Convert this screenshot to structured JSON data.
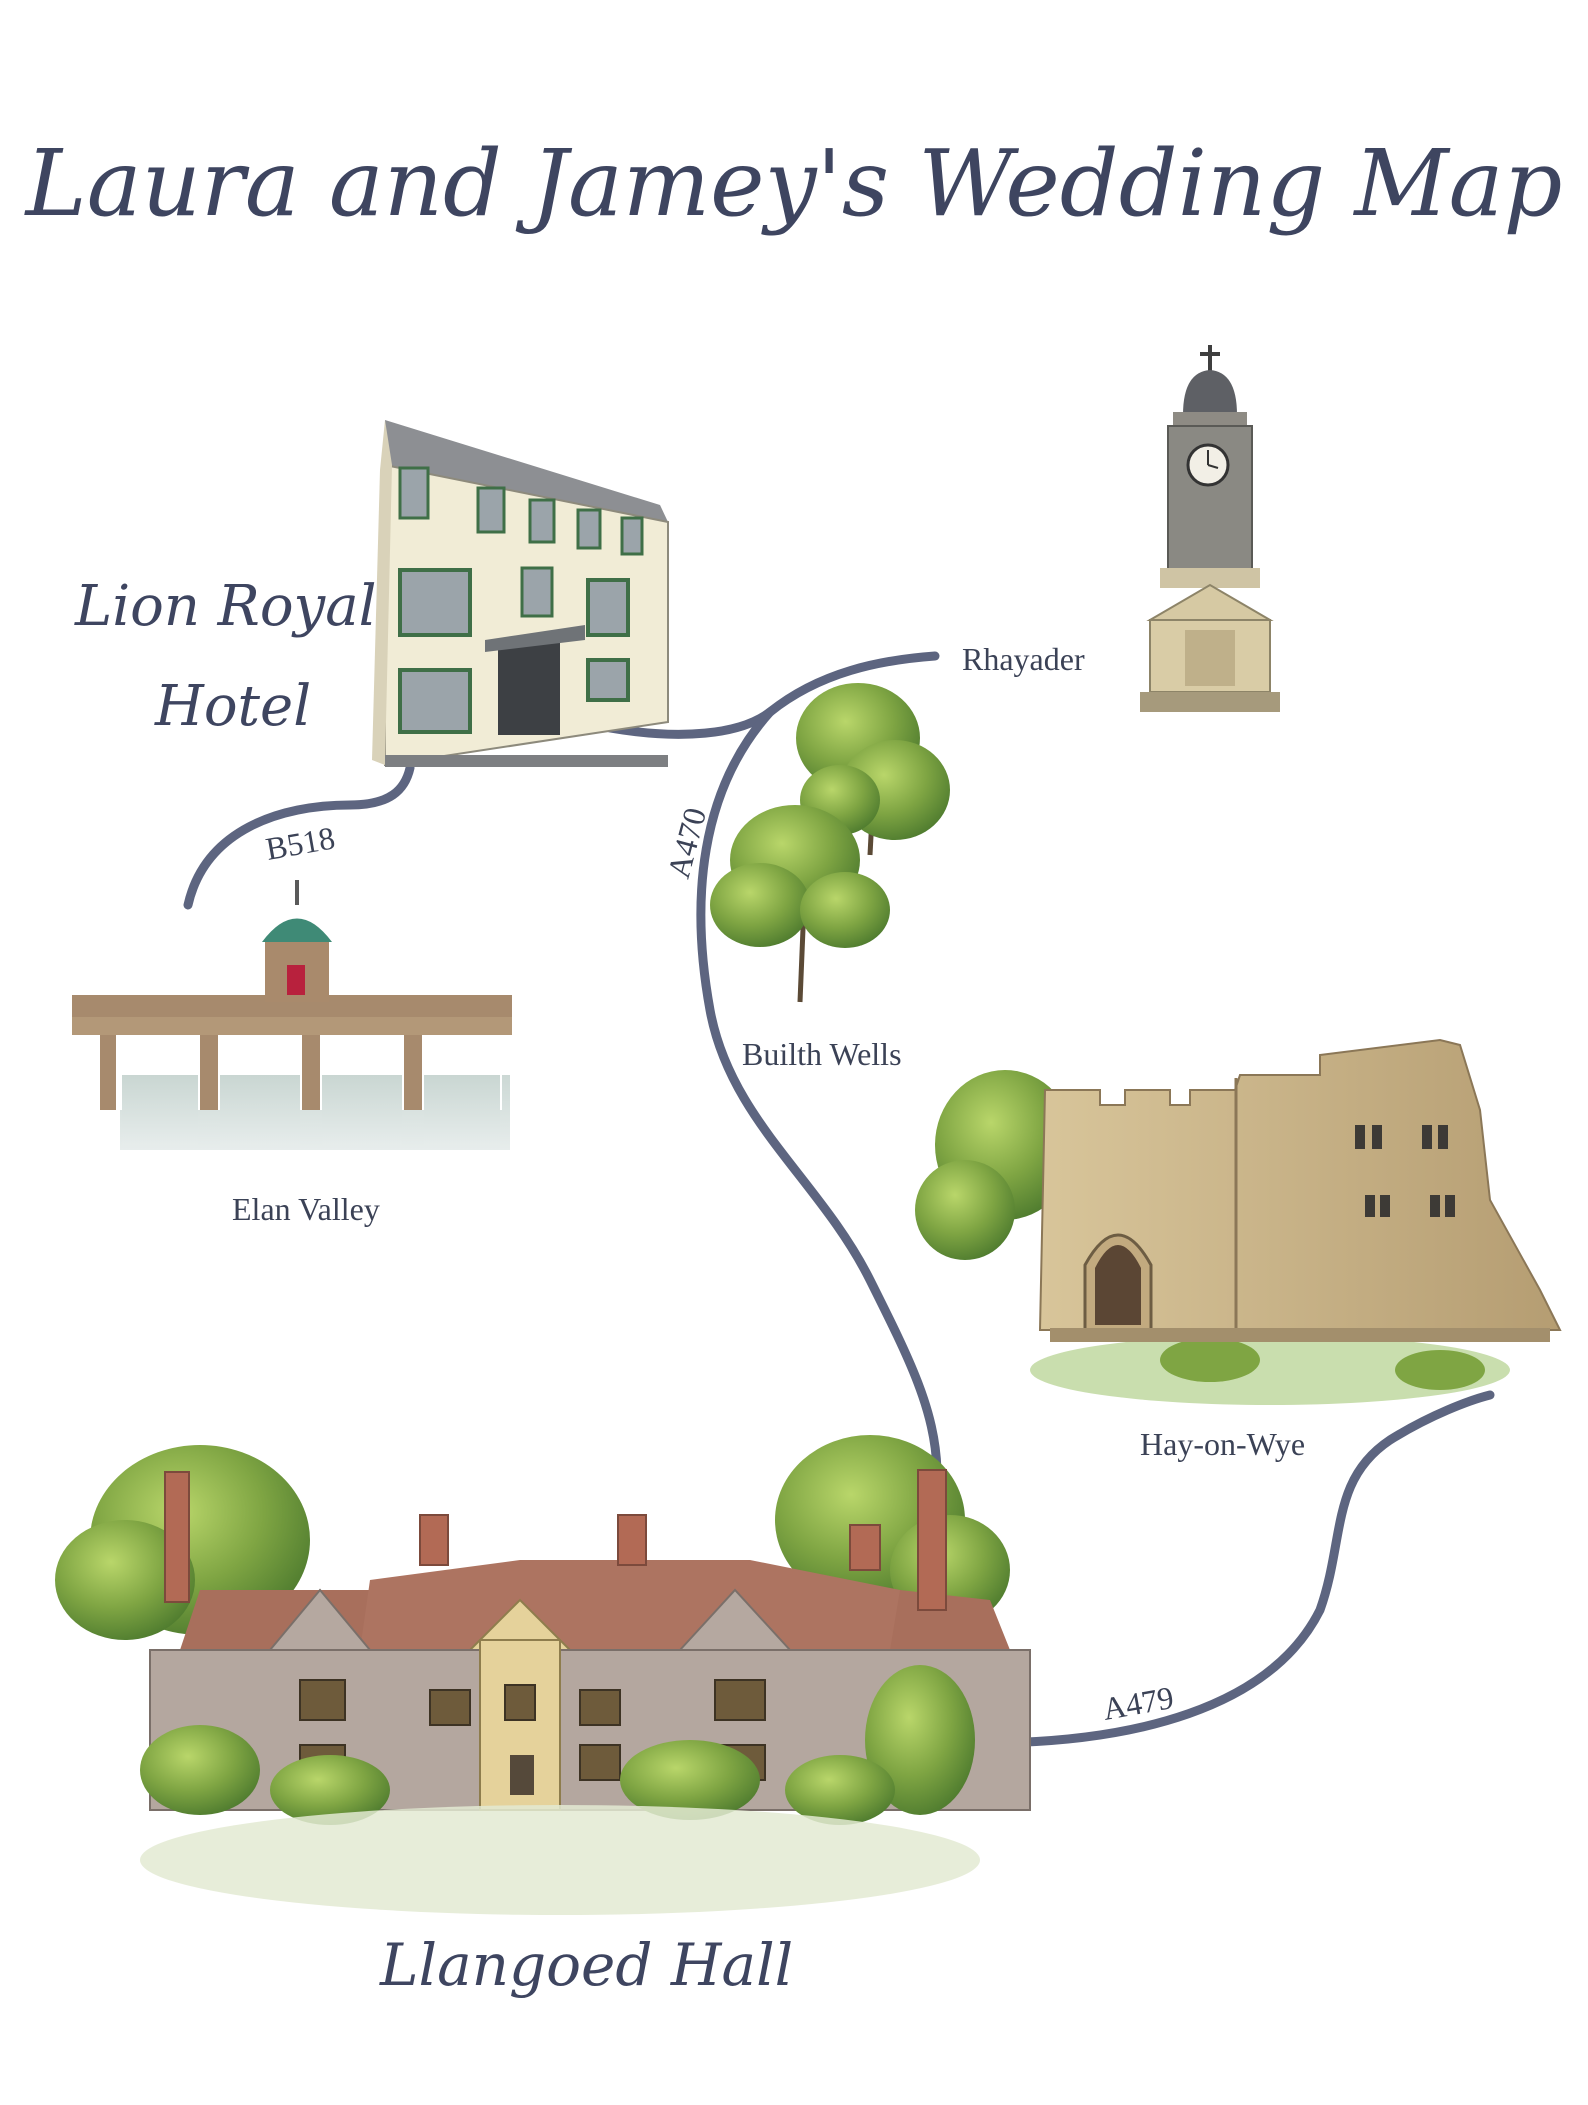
{
  "title": "Laura and Jamey's Wedding Map",
  "places": {
    "lion_royal": {
      "line1": "Lion Royal",
      "line2": "Hotel"
    },
    "rhayader": "Rhayader",
    "builth_wells": "Builth Wells",
    "elan_valley": "Elan Valley",
    "hay_on_wye": "Hay-on-Wye",
    "llangoed_hall": "Llangoed Hall"
  },
  "roads": {
    "b518": "B518",
    "a470": "A470",
    "a479": "A479"
  },
  "colors": {
    "road": "#5d6580",
    "text": "#3b4256",
    "foliage": "#7fa543",
    "stone": "#c9b48a"
  },
  "icons": [
    "lion-royal-hotel-illustration",
    "rhayader-clock-tower-illustration",
    "builth-wells-trees-illustration",
    "elan-valley-dam-illustration",
    "hay-castle-illustration",
    "llangoed-hall-illustration"
  ]
}
